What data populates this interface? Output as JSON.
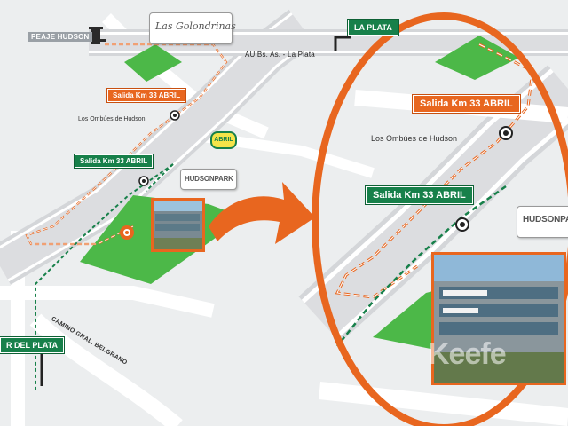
{
  "roads": {
    "peaje": "PEAJE HUDSON",
    "au": "AU Bs. As. - La Plata",
    "camino": "CAMINO GRAL. BELGRANO"
  },
  "signs": {
    "la_plata": "LA PLATA",
    "del_plata": "R DEL PLATA",
    "salida_orange": "Salida Km 33 ABRIL",
    "salida_green": "Salida Km 33 ABRIL",
    "salida_orange_zoom": "Salida Km 33 ABRIL",
    "salida_green_zoom": "Salida Km 33 ABRIL"
  },
  "places": {
    "ombues": "Los Ombúes de Hudson",
    "ombues_zoom": "Los Ombúes de Hudson"
  },
  "logos": {
    "golondrinas": "Las Golondrinas",
    "abril": "ABRIL",
    "hudson_park": "HUDSONPARK",
    "hudson_park_zoom": "HUDSONPA"
  },
  "watermark": "Keefe",
  "colors": {
    "orange": "#e8661f",
    "green": "#17804a",
    "lot_green": "#4cb848",
    "road": "#d8dadd"
  }
}
